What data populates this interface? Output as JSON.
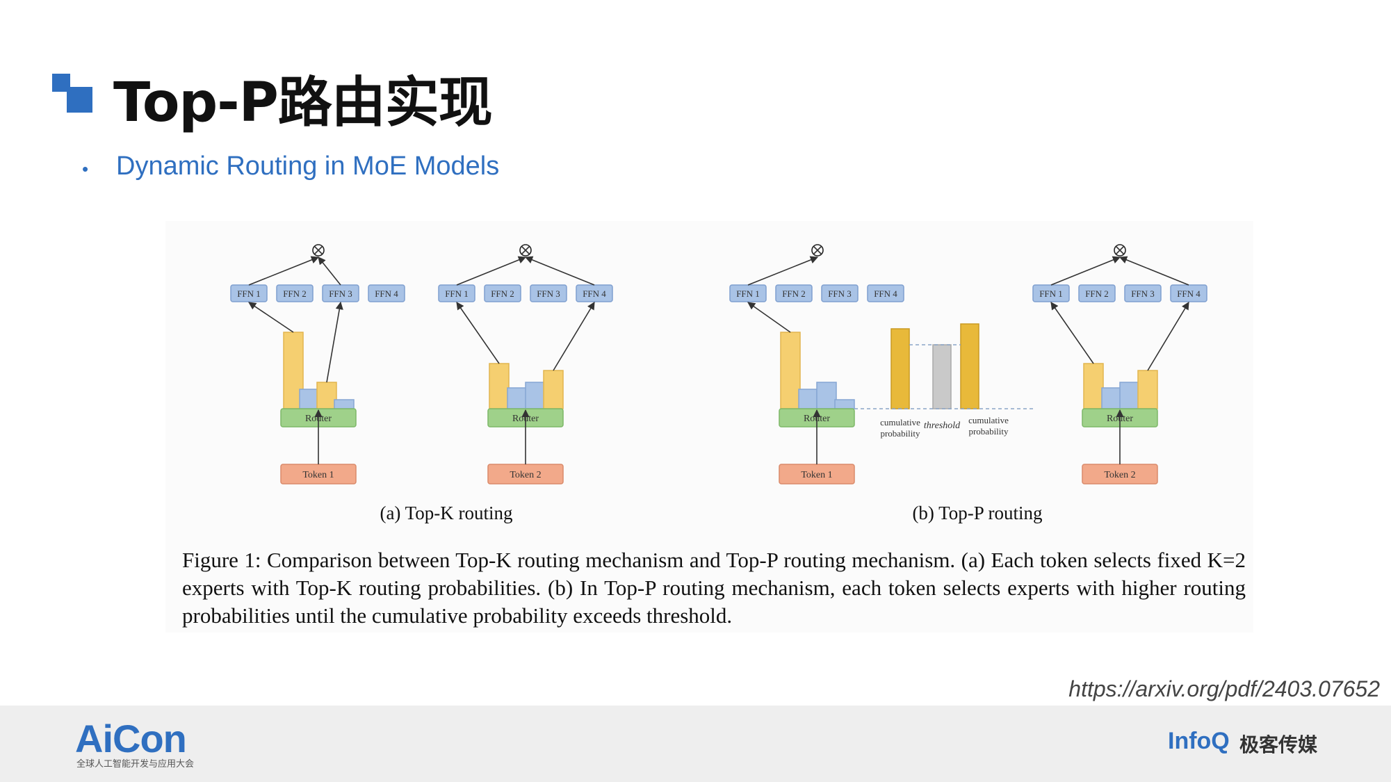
{
  "title": "Top-P路由实现",
  "subtitle": "Dynamic Routing in MoE Models",
  "figure": {
    "panel_a_label": "(a) Top-K routing",
    "panel_b_label": "(b) Top-P routing",
    "ffn_labels": [
      "FFN 1",
      "FFN 2",
      "FFN 3",
      "FFN 4"
    ],
    "router_label": "Router",
    "token1_label": "Token 1",
    "token2_label": "Token 2",
    "combine_symbol": "⊗",
    "cumulative_line1": "cumulative",
    "cumulative_line2": "probability",
    "threshold_label": "threshold",
    "caption": "Figure 1: Comparison between Top-K routing mechanism and Top-P routing mechanism. (a) Each token selects fixed K=2 experts with Top-K routing probabilities. (b) In Top-P routing mechanism, each token selects experts with higher routing probabilities until the cumulative probability exceeds threshold."
  },
  "source_link": "https://arxiv.org/pdf/2403.07652",
  "footer": {
    "aicon": "AiCon",
    "aicon_sub": "全球人工智能开发与应用大会",
    "infoq": "InfoQ",
    "geek": "极客传媒"
  },
  "colors": {
    "accent": "#2f6fc0",
    "ffn": "#a9c3e6",
    "router": "#9fd18a",
    "token": "#f2a98a",
    "bar_yellow": "#f5cf70",
    "bar_blue": "#a9c3e6",
    "threshold_gray": "#c9c9c9",
    "cumulative_gold": "#e8b93a"
  }
}
